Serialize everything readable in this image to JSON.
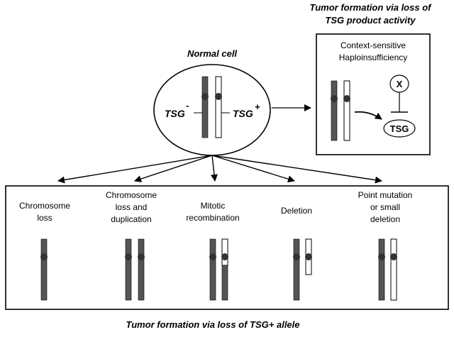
{
  "top_right_title": [
    "Tumor formation via loss of",
    "TSG product activity"
  ],
  "normal_cell": {
    "title": "Normal cell",
    "tsg_minus": "TSG",
    "tsg_minus_sup": "-",
    "tsg_plus": "TSG",
    "tsg_plus_sup": "+"
  },
  "haplo_box": {
    "label": [
      "Context-sensitive",
      "Haploinsufficiency"
    ],
    "x_node": "X",
    "tsg_node": "TSG"
  },
  "outcomes": [
    {
      "label": [
        "Chromosome",
        "loss"
      ]
    },
    {
      "label": [
        "Chromosome",
        "loss and",
        "duplication"
      ]
    },
    {
      "label": [
        "Mitotic",
        "recombination"
      ]
    },
    {
      "label": [
        "Deletion"
      ]
    },
    {
      "label": [
        "Point mutation",
        "or small",
        "deletion"
      ]
    }
  ],
  "bottom_title": "Tumor formation via loss of TSG+ allele",
  "colors": {
    "dark_chromosome": "#555555",
    "light_chromosome": "#ffffff",
    "centromere": "#333333"
  }
}
